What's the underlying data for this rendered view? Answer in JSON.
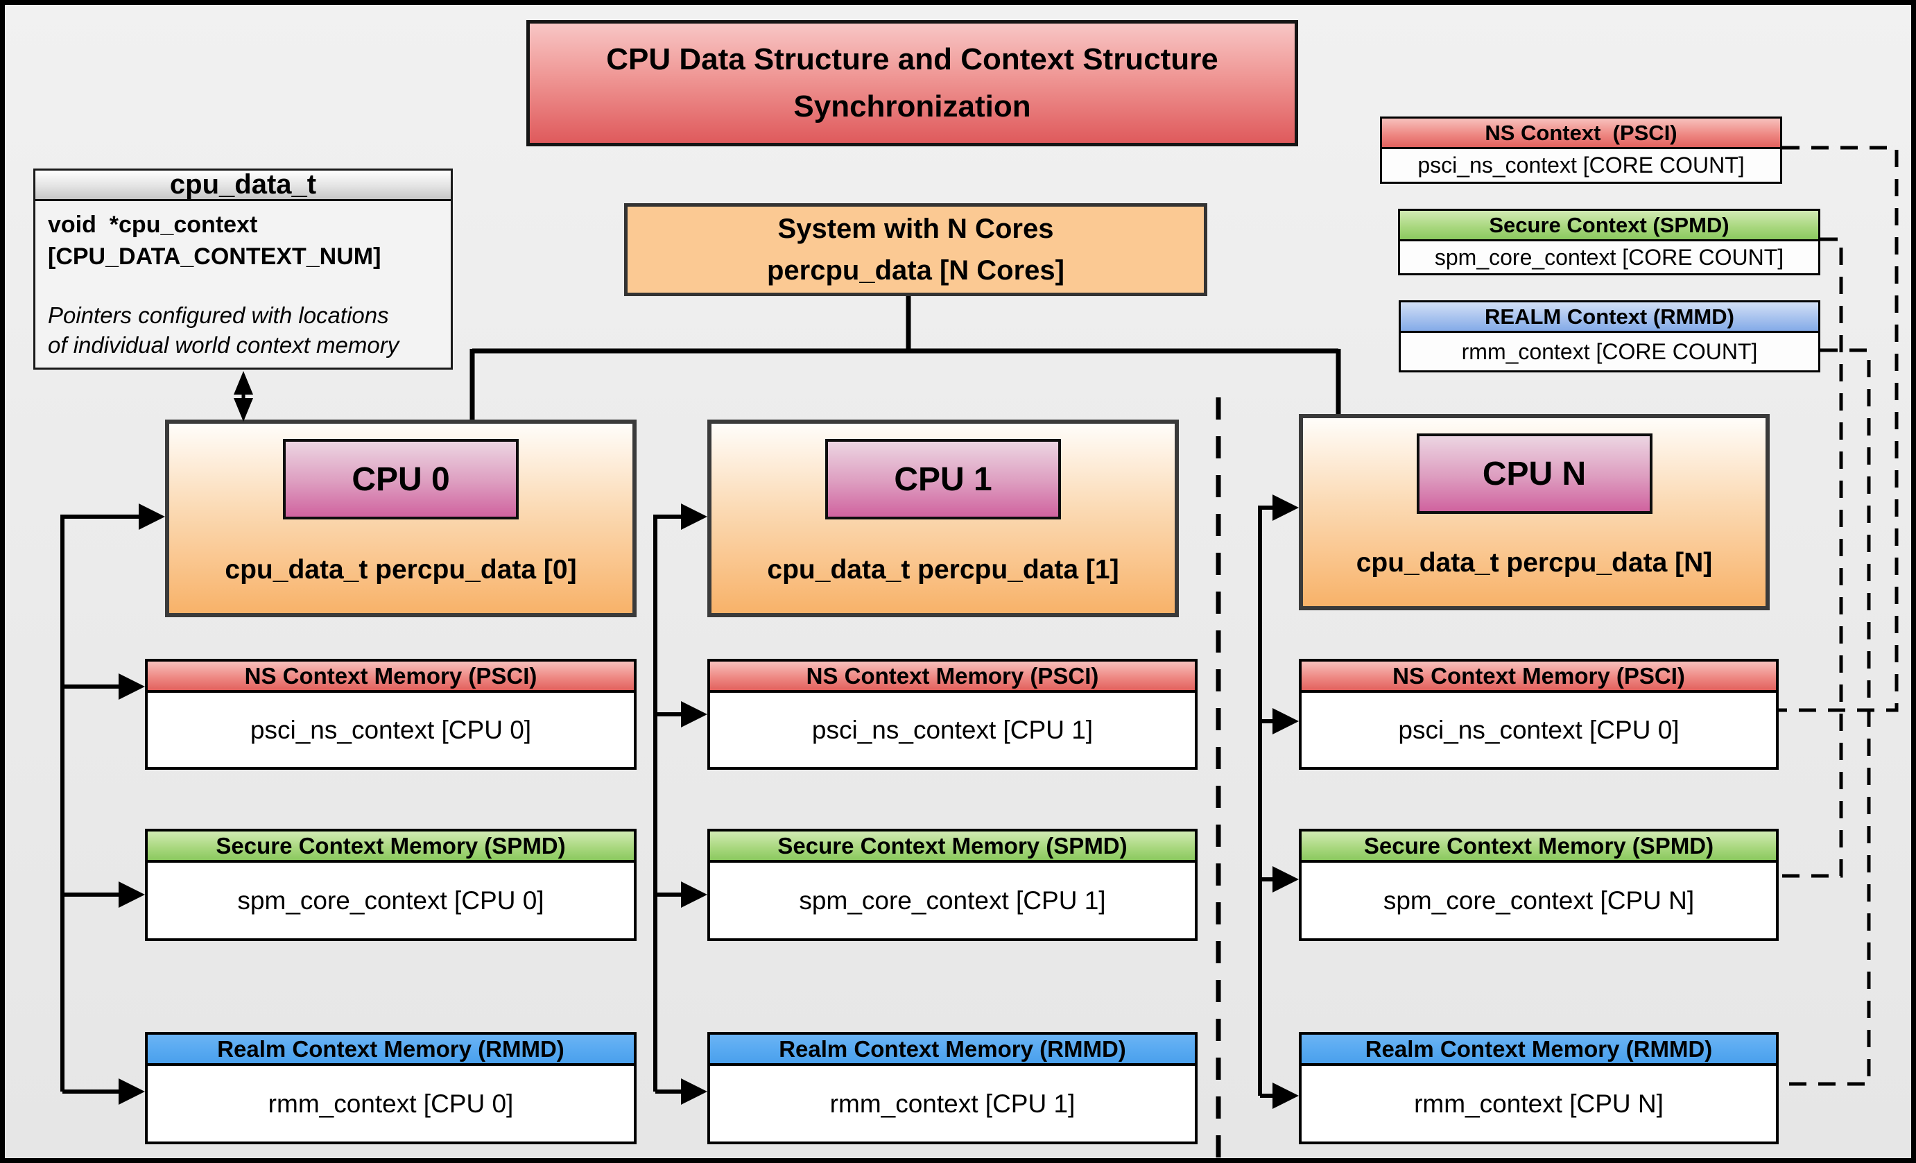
{
  "title": "CPU Data Structure and Context Structure Synchronization",
  "cpu_data_struct": {
    "header": "cpu_data_t",
    "field_line1": "void  *cpu_context",
    "field_line2": "[CPU_DATA_CONTEXT_NUM]",
    "note_line1": "Pointers configured with locations",
    "note_line2": "of individual world context memory"
  },
  "system_box": {
    "line1": "System with N Cores",
    "line2": "percpu_data [N Cores]"
  },
  "legend": [
    {
      "header": "NS Context  (PSCI)",
      "body": "psci_ns_context [CORE COUNT]"
    },
    {
      "header": "Secure Context (SPMD)",
      "body": "spm_core_context [CORE COUNT]"
    },
    {
      "header": "REALM Context (RMMD)",
      "body": "rmm_context [CORE COUNT]"
    }
  ],
  "columns": [
    {
      "cpu_label": "CPU 0",
      "caption": "cpu_data_t percpu_data [0]",
      "ns_header": "NS Context Memory (PSCI)",
      "ns_body": "psci_ns_context [CPU 0]",
      "secure_header": "Secure Context Memory (SPMD)",
      "secure_body": "spm_core_context [CPU 0]",
      "realm_header": "Realm Context Memory (RMMD)",
      "realm_body": "rmm_context [CPU 0]"
    },
    {
      "cpu_label": "CPU 1",
      "caption": "cpu_data_t percpu_data [1]",
      "ns_header": "NS Context Memory (PSCI)",
      "ns_body": "psci_ns_context [CPU 1]",
      "secure_header": "Secure Context Memory (SPMD)",
      "secure_body": "spm_core_context [CPU 1]",
      "realm_header": "Realm Context Memory (RMMD)",
      "realm_body": "rmm_context [CPU 1]"
    },
    {
      "cpu_label": "CPU N",
      "caption": "cpu_data_t percpu_data [N]",
      "ns_header": "NS Context Memory (PSCI)",
      "ns_body": "psci_ns_context [CPU 0]",
      "secure_header": "Secure Context Memory (SPMD)",
      "secure_body": "spm_core_context [CPU N]",
      "realm_header": "Realm Context Memory (RMMD)",
      "realm_body": "rmm_context [CPU N]"
    }
  ],
  "colors": {
    "title_red": "#df5a5c",
    "ns_red_header": "#e2625e",
    "secure_green_header": "#8bc95f",
    "realm_blue_legend": "#84abe8",
    "realm_blue_column": "#57a9f1",
    "system_orange": "#fbc993",
    "cpu_box_orange": "#f8b269",
    "cpu_chip_pink": "#d0639f",
    "line_black": "#000000"
  }
}
